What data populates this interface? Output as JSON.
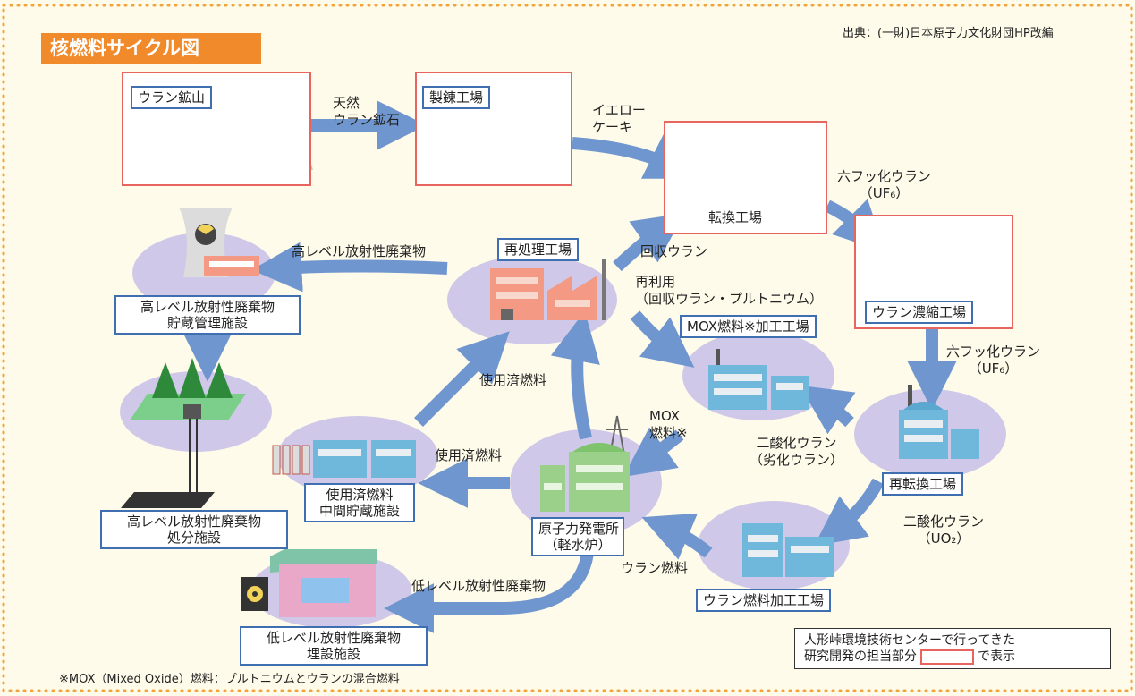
{
  "title": "核燃料サイクル図",
  "source": "出典：(一財)日本原子力文化財団HP改編",
  "facilities": {
    "mine": "ウラン鉱山",
    "refinery": "製錬工場",
    "conversion": "転換工場",
    "enrichment": "ウラン濃縮工場",
    "reconversion": "再転換工場",
    "fuel_fab": "ウラン燃料加工工場",
    "power_plant": [
      "原子力発電所",
      "（軽水炉）"
    ],
    "reprocessing": "再処理工場",
    "mox_fab": "MOX燃料※加工工場",
    "spent_storage": [
      "使用済燃料",
      "中間貯蔵施設"
    ],
    "hlw_storage": [
      "高レベル放射性廃棄物",
      "貯蔵管理施設"
    ],
    "hlw_disposal": [
      "高レベル放射性廃棄物",
      "処分施設"
    ],
    "llw_disposal": [
      "低レベル放射性廃棄物",
      "埋設施設"
    ]
  },
  "flows": {
    "natural_ore": [
      "天然",
      "ウラン鉱石"
    ],
    "yellowcake": [
      "イエロー",
      "ケーキ"
    ],
    "uf6_a": [
      "六フッ化ウラン",
      "（UF₆）"
    ],
    "uf6_b": [
      "六フッ化ウラン",
      "（UF₆）"
    ],
    "uo2": [
      "二酸化ウラン",
      "（UO₂）"
    ],
    "uranium_fuel": "ウラン燃料",
    "depleted": [
      "二酸化ウラン",
      "（劣化ウラン）"
    ],
    "mox_fuel": [
      "MOX",
      "燃料※"
    ],
    "spent_fuel_a": "使用済燃料",
    "spent_fuel_b": "使用済燃料",
    "recovered_u": "回収ウラン",
    "reuse": [
      "再利用",
      "（回収ウラン・プルトニウム）"
    ],
    "hlw": "高レベル放射性廃棄物",
    "llw": "低レベル放射性廃棄物"
  },
  "legend": {
    "line1": "人形峠環境技術センターで行ってきた",
    "line2_pre": "研究開発の担当部分",
    "line2_post": "で表示"
  },
  "footnote": "※MOX（Mixed Oxide）燃料：プルトニウムとウランの混合燃料",
  "colors": {
    "arrow": "#6f96cf",
    "ellipse": "#cfc8e8",
    "highlight_border": "#e8655f",
    "label_border": "#3f6fb0",
    "title_bg": "#f08a2a",
    "border_dots": "#f2a33a"
  }
}
